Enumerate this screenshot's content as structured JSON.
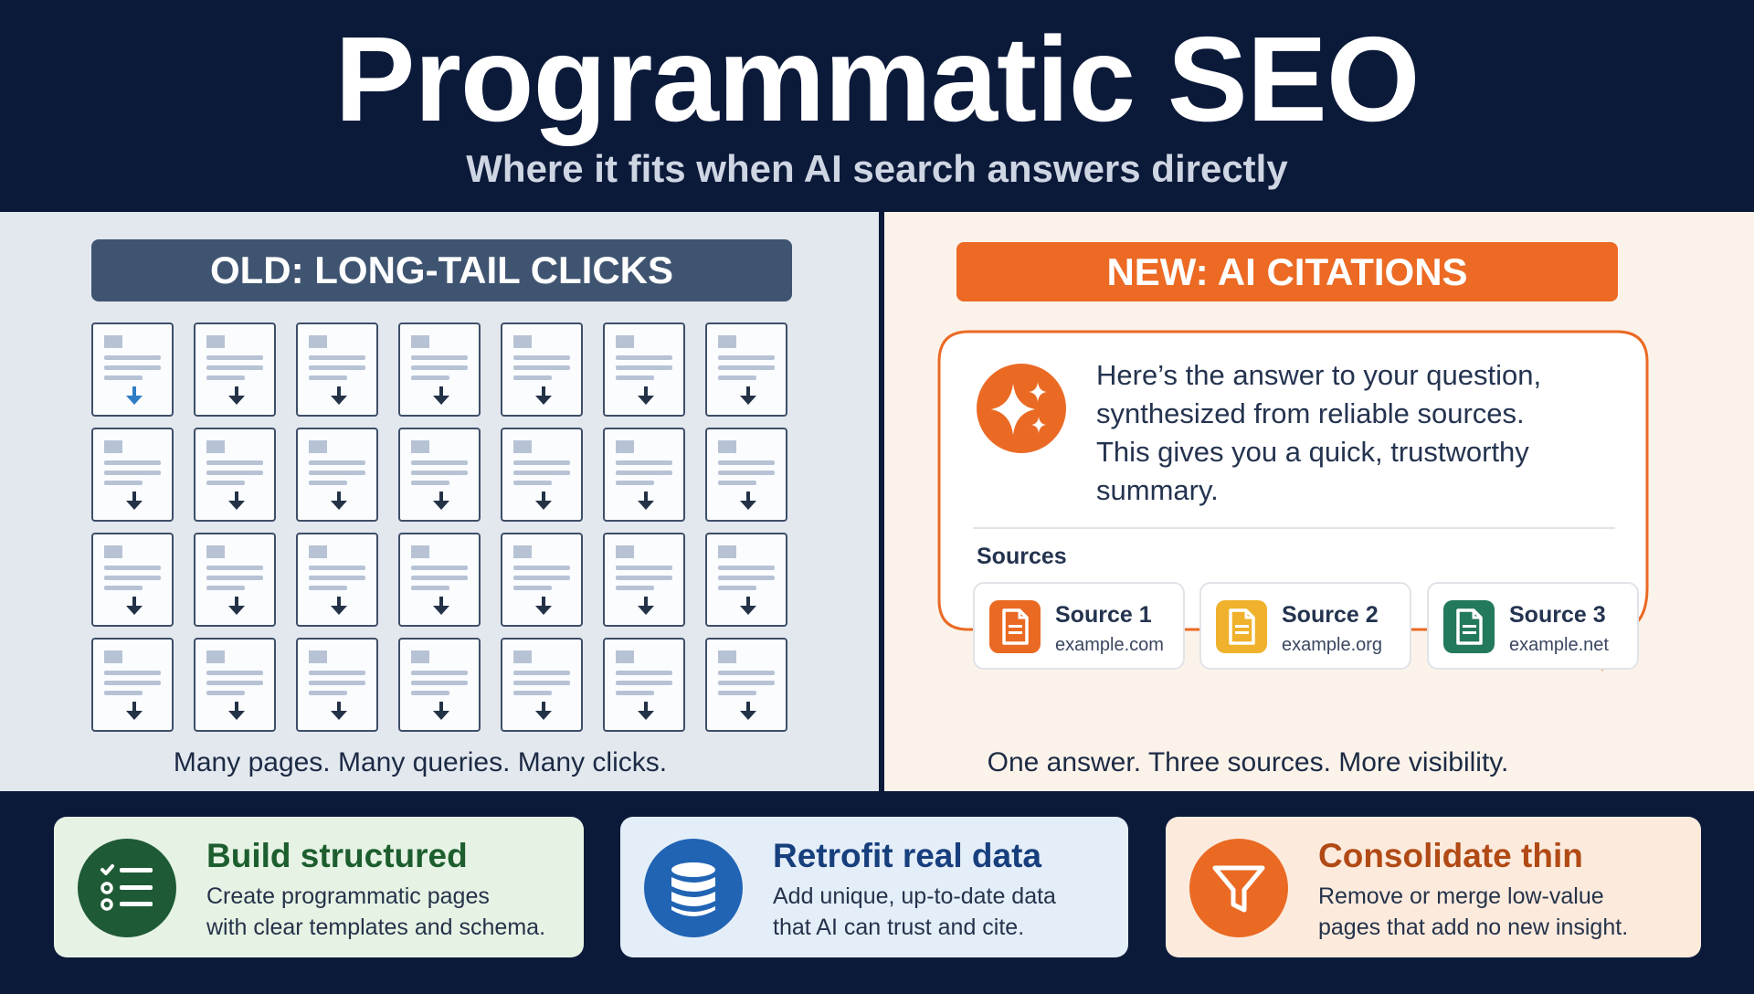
{
  "header": {
    "title": "Programmatic SEO",
    "subtitle": "Where it fits when AI search answers directly"
  },
  "old_panel": {
    "banner": "OLD: LONG-TAIL CLICKS",
    "caption": "Many pages. Many queries. Many clicks.",
    "grid": {
      "rows": 4,
      "cols": 7,
      "icon": "document-download-icon",
      "highlight_color": "#2e7dc5",
      "arrow_color": "#233247"
    }
  },
  "new_panel": {
    "banner": "NEW: AI CITATIONS",
    "answer_lines": [
      "Here’s the answer to your question,",
      "synthesized from reliable sources.",
      "This gives you a quick, trustworthy",
      "summary."
    ],
    "answer_icon": "sparkle-icon",
    "sources_label": "Sources",
    "sources": [
      {
        "name": "Source 1",
        "domain": "example.com",
        "color": "#ea6a24",
        "icon": "document-icon"
      },
      {
        "name": "Source 2",
        "domain": "example.org",
        "color": "#f0b22c",
        "icon": "document-icon"
      },
      {
        "name": "Source 3",
        "domain": "example.net",
        "color": "#23795b",
        "icon": "document-icon"
      }
    ],
    "caption": "One answer. Three sources. More visibility."
  },
  "cards": [
    {
      "title": "Build structured",
      "desc": [
        "Create programmatic pages",
        "with clear templates and schema."
      ],
      "icon": "checklist-icon",
      "bg": "#e6f3e4",
      "title_color": "#1d5e2f",
      "circle": "#1f5a36"
    },
    {
      "title": "Retrofit real data",
      "desc": [
        "Add unique, up-to-date data",
        "that AI can trust and cite."
      ],
      "icon": "database-icon",
      "bg": "#e4eef9",
      "title_color": "#173f7d",
      "circle": "#2164b4"
    },
    {
      "title": "Consolidate thin",
      "desc": [
        "Remove or merge low-value",
        "pages that add no new insight."
      ],
      "icon": "funnel-icon",
      "bg": "#fcebdd",
      "title_color": "#b14a15",
      "circle": "#ea6a24"
    }
  ],
  "colors": {
    "navy": "#0c1a3a",
    "orange": "#ea6a24",
    "slate": "#3f5471"
  }
}
